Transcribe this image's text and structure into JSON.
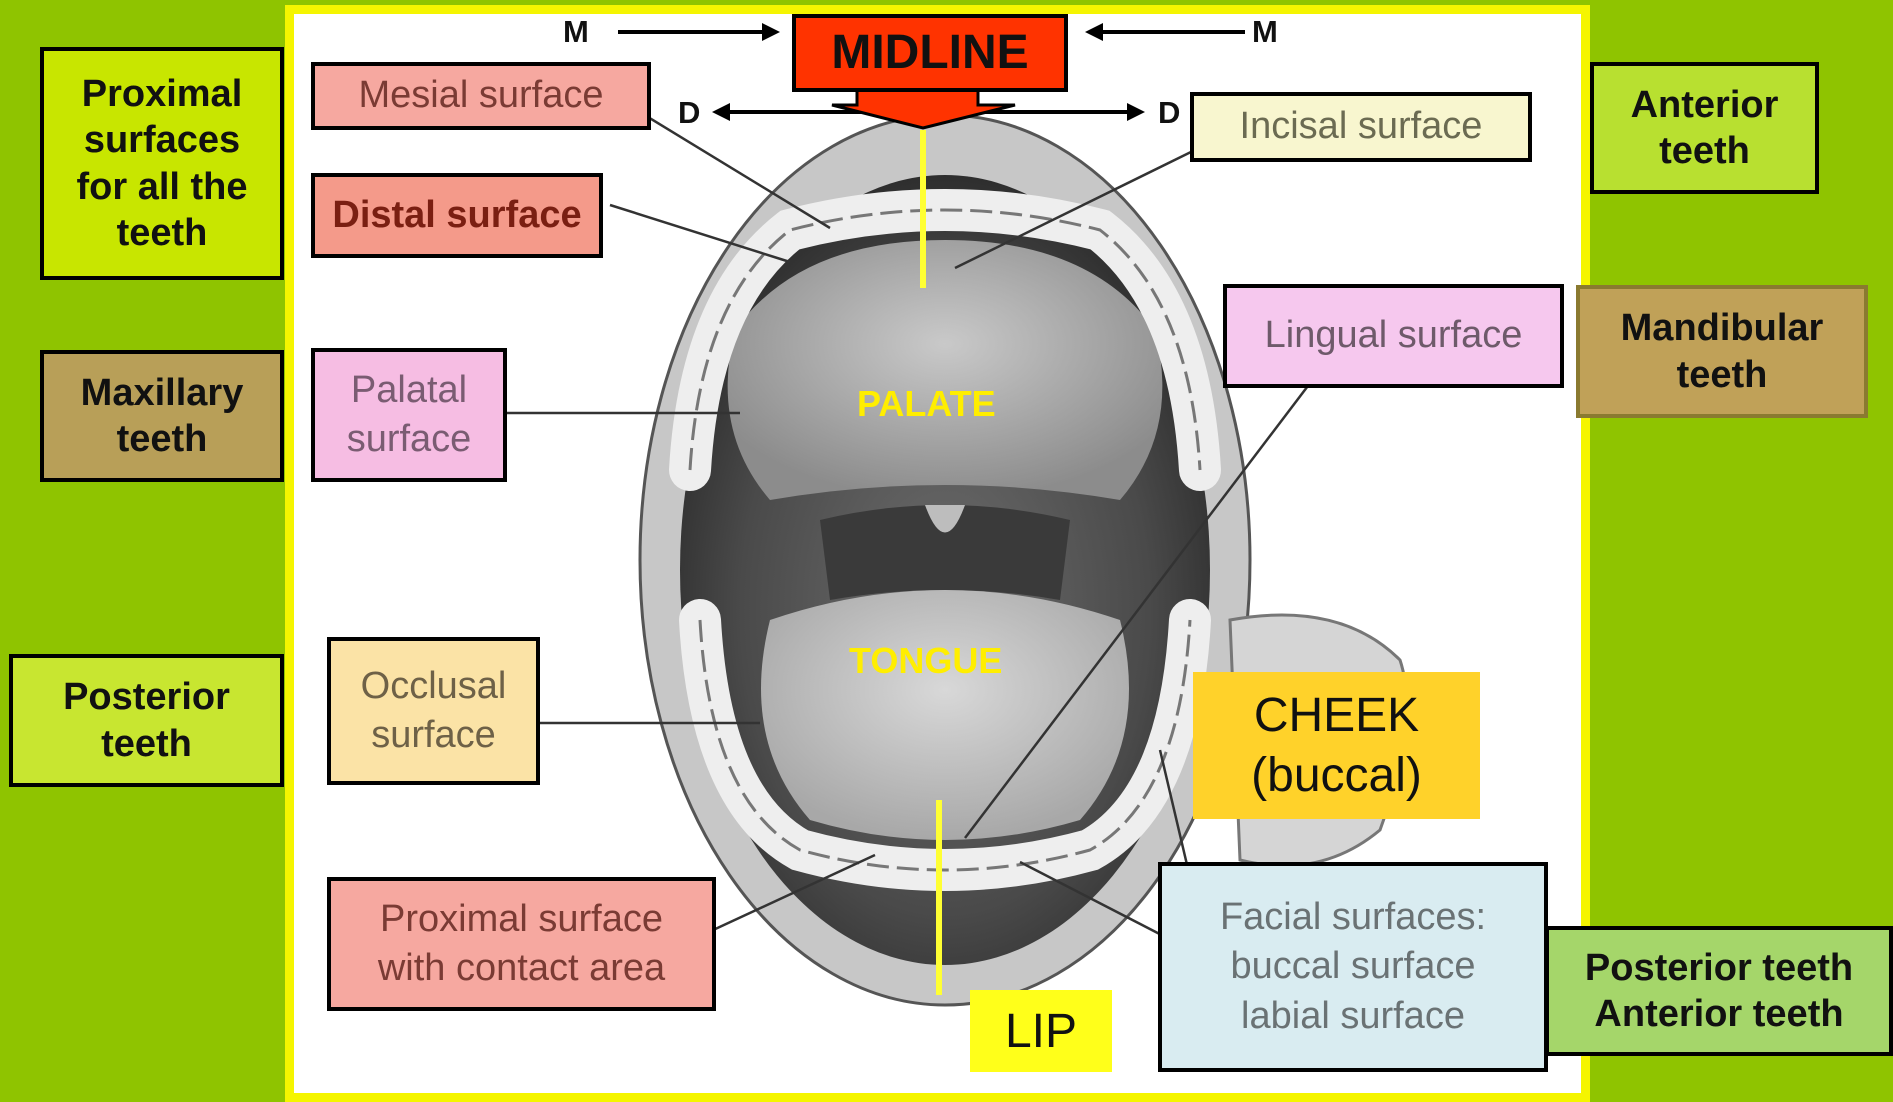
{
  "title": "MIDLINE",
  "mesial_marker": "M",
  "distal_marker": "D",
  "side_labels": {
    "proximal_all": "Proximal\nsurfaces\nfor all the\nteeth",
    "maxillary": "Maxillary\nteeth",
    "posterior": "Posterior\nteeth",
    "anterior": "Anterior\nteeth",
    "mandibular": "Mandibular\nteeth",
    "posterior_anterior": "Posterior teeth\nAnterior teeth"
  },
  "surface_labels": {
    "mesial": "Mesial surface",
    "distal": "Distal surface",
    "palatal": "Palatal\nsurface",
    "occlusal": "Occlusal\nsurface",
    "proximal_contact": "Proximal surface\nwith contact area",
    "incisal": "Incisal surface",
    "lingual": "Lingual surface",
    "facial": "Facial surfaces:\nbuccal surface\nlabial surface"
  },
  "region_labels": {
    "palate": "PALATE",
    "tongue": "TONGUE",
    "cheek": "CHEEK\n(buccal)",
    "lip": "LIP"
  },
  "colors": {
    "background": "#8fc400",
    "panel_border": "#f5f500",
    "midline_box": "#ff3300",
    "mesial_box": "#f6a8a0",
    "distal_box": "#f49a8a",
    "palatal_box": "#f6bde3",
    "occlusal_box": "#fbe3a6",
    "incisal_box": "#f8f6cf",
    "lingual_box": "#f6c8ee",
    "facial_box": "#d9ecf1",
    "cheek_box": "#ffd22a",
    "lip_box": "#ffff1a",
    "midline_line": "#ffff33"
  }
}
